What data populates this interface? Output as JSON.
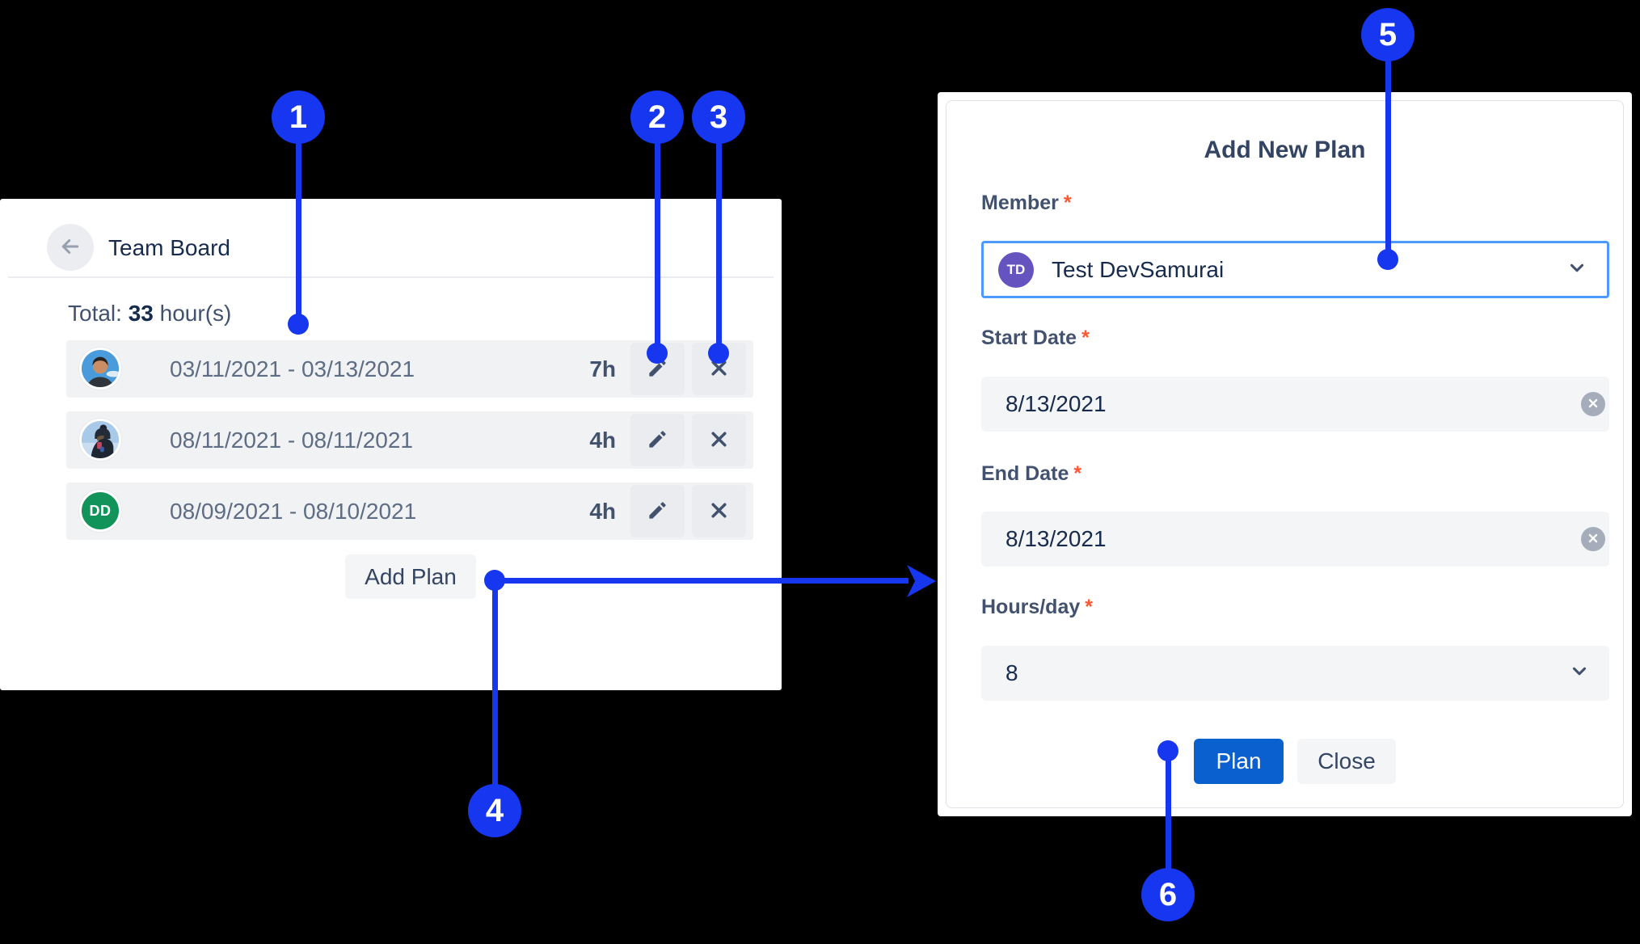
{
  "colors": {
    "annotation_blue": "#1636F0",
    "primary_button_blue": "#0B60D0",
    "focus_border_blue": "#4C9AFF",
    "member_avatar_purple": "#6554C0",
    "dd_avatar_green": "#12935A",
    "required_red": "#FF5630"
  },
  "annotations": {
    "markers": [
      {
        "label": "1"
      },
      {
        "label": "2"
      },
      {
        "label": "3"
      },
      {
        "label": "4"
      },
      {
        "label": "5"
      },
      {
        "label": "6"
      }
    ]
  },
  "team_board": {
    "title": "Team Board",
    "total": {
      "label": "Total:",
      "value": "33",
      "suffix": "hour(s)"
    },
    "rows": [
      {
        "avatar": "photo-man-sky",
        "dates": "03/11/2021 - 03/13/2021",
        "hours": "7h"
      },
      {
        "avatar": "photo-person-beanie",
        "dates": "08/11/2021 - 08/11/2021",
        "hours": "4h"
      },
      {
        "avatar": "initials-avatar",
        "initials": "DD",
        "dates": "08/09/2021 - 08/10/2021",
        "hours": "4h"
      }
    ],
    "add_plan_label": "Add Plan"
  },
  "dialog": {
    "title": "Add New Plan",
    "fields": {
      "member": {
        "label": "Member",
        "required": "*",
        "value": "Test DevSamurai",
        "avatar_initials": "TD"
      },
      "start_date": {
        "label": "Start Date",
        "required": "*",
        "value": "8/13/2021"
      },
      "end_date": {
        "label": "End Date",
        "required": "*",
        "value": "8/13/2021"
      },
      "hours_per_day": {
        "label": "Hours/day",
        "required": "*",
        "value": "8"
      }
    },
    "buttons": {
      "plan": "Plan",
      "close": "Close"
    }
  }
}
